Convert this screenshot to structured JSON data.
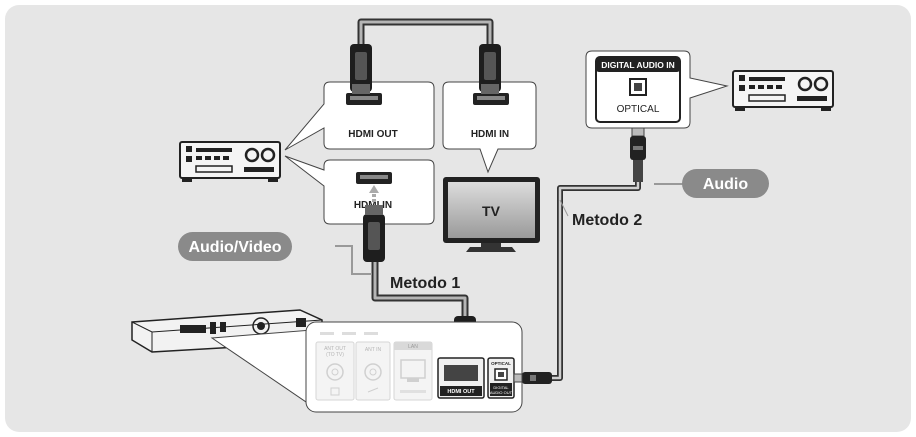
{
  "labels": {
    "hdmi_out_receiver": "HDMI OUT",
    "hdmi_in_tv_bubble": "HDMI IN",
    "hdmi_in_receiver": "HDMI IN",
    "tv": "TV",
    "digital_audio_in": "DIGITAL AUDIO IN",
    "optical": "OPTICAL",
    "audio_pill": "Audio",
    "audio_video_pill": "Audio/Video",
    "method_1": "Metodo 1",
    "method_2": "Metodo 2"
  },
  "player_panel": {
    "ant_out": "ANT OUT",
    "ant_out_sub": "(TO TV)",
    "ant_in": "ANT IN",
    "lan": "LAN",
    "hdmi_out": "HDMI OUT",
    "optical": "OPTICAL",
    "digital_audio_out_line1": "DIGITAL",
    "digital_audio_out_line2": "AUDIO OUT"
  },
  "colors": {
    "background": "#e6e6e6",
    "pill": "#8a8a8a",
    "cable": "#777777",
    "dark": "#222222"
  }
}
